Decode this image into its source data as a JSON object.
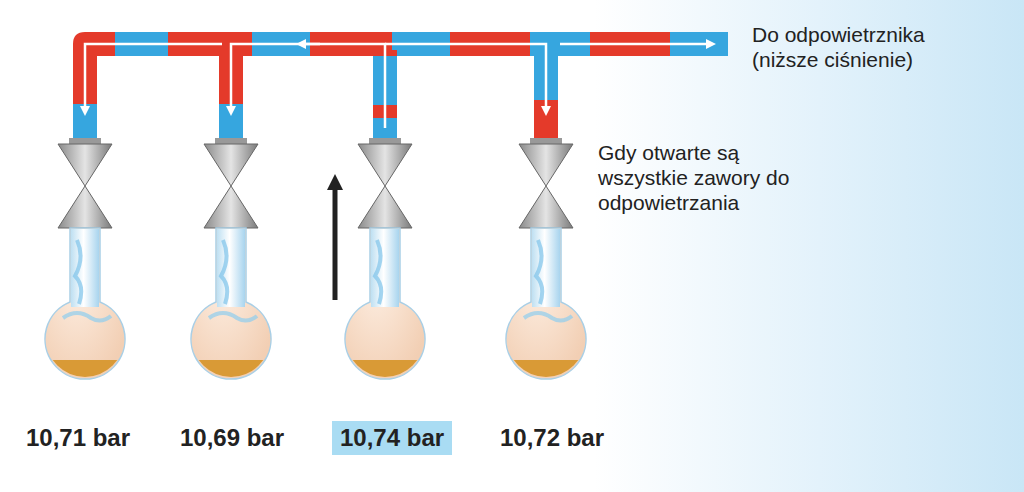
{
  "diagram": {
    "nodes": [
      {
        "text": [
          "10,74 bar"
        ]
      }
    ],
    "edges": [],
    "labels": [
      "Do odpowietrznika (niższe ciśnienie)",
      "Gdy otwarte są wszystkie zawory do odpowietrzania",
      "10,71 bar",
      "10,69 bar",
      "10,72 bar"
    ]
  }
}
